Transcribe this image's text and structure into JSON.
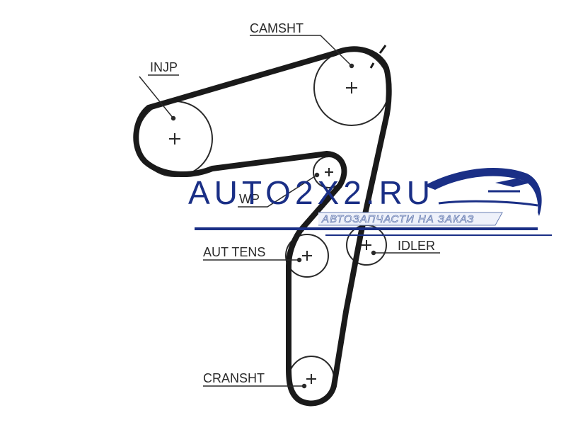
{
  "labels": {
    "camshaft": "CAMSHT",
    "injection_pump": "INJP",
    "water_pump": "WP",
    "auto_tensioner": "AUT TENS",
    "idler": "IDLER",
    "crankshaft": "CRANSHT"
  },
  "watermark": {
    "brand": "AUTO2X2.RU",
    "tagline": "АВТОЗАПЧАСТИ НА ЗАКАЗ",
    "color": "#1a2f86"
  },
  "colors": {
    "belt": "#1a1a1a",
    "pulley": "#2a2a2a",
    "background": "#ffffff"
  }
}
